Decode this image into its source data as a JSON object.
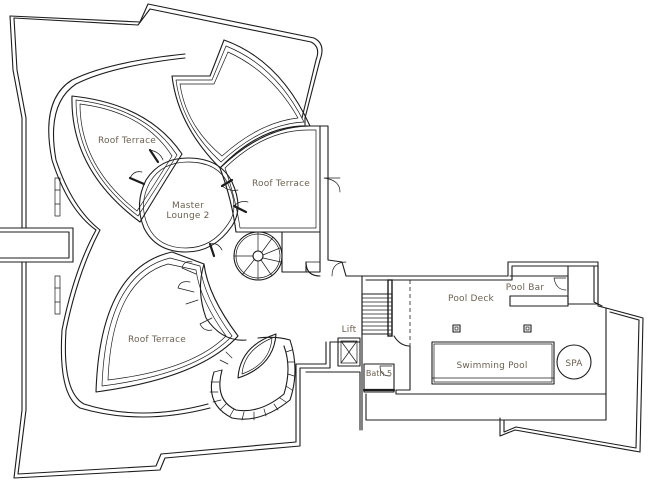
{
  "labels": {
    "roof_terrace_top_left": "Roof Terrace",
    "roof_terrace_right": "Roof Terrace",
    "roof_terrace_bottom": "Roof Terrace",
    "master_lounge_line1": "Master",
    "master_lounge_line2": "Lounge 2",
    "pool_deck": "Pool Deck",
    "pool_bar": "Pool Bar",
    "swimming_pool": "Swimming Pool",
    "spa": "SPA",
    "lift": "Lift",
    "bath": "Bath 5"
  },
  "colors": {
    "line": "#1c1c1c",
    "label": "#6b6152",
    "background": "#ffffff"
  }
}
